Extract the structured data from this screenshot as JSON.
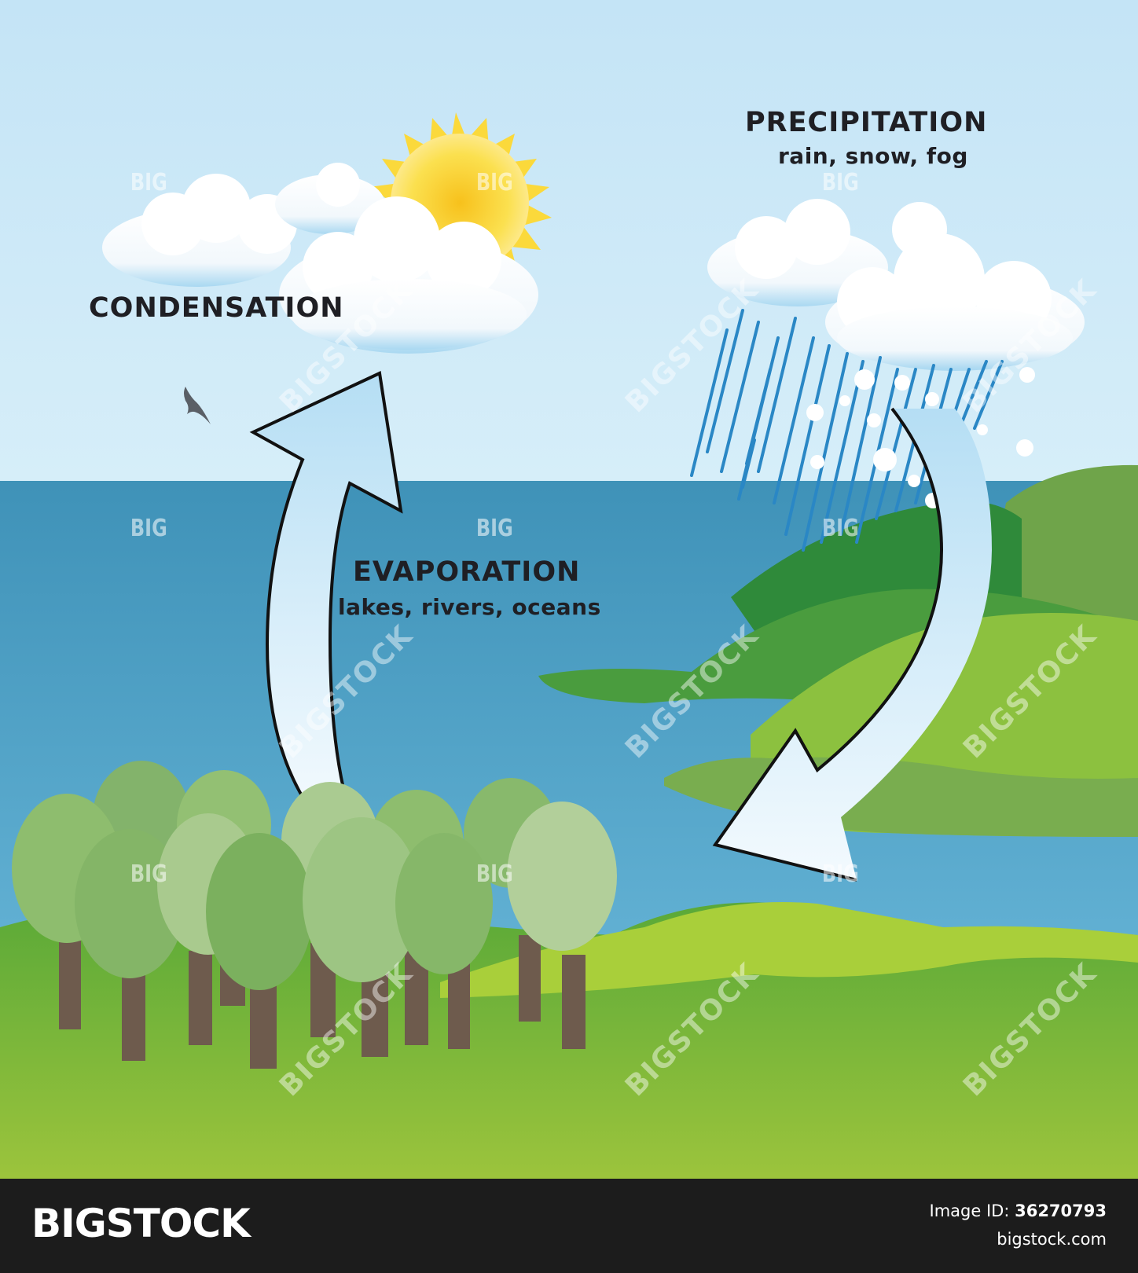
{
  "diagram": {
    "labels": {
      "condensation": "CONDENSATION",
      "precipitation": "PRECIPITATION",
      "precipitation_sub": "rain, snow, fog",
      "evaporation": "EVAPORATION",
      "evaporation_sub": "lakes, rivers, oceans"
    },
    "colors": {
      "sky": "#cde9f7",
      "sea": "#4a9fc4",
      "land_light": "#9bc43d",
      "land_dark": "#3f9a41",
      "arrow_fill": "#bfe3f6",
      "rain": "#2a87c5",
      "sun": "#f9d531",
      "text": "#1f1f24"
    },
    "icons": [
      "sun-icon",
      "cloud-icon",
      "rain-icon",
      "bird-icon",
      "tree-icon"
    ]
  },
  "watermark": {
    "brand": "BIGSTOCK",
    "short": "BIG"
  },
  "footer": {
    "logo": "BIGSTOCK",
    "image_id_label": "Image ID:",
    "image_id": "36270793",
    "site": "bigstock.com"
  }
}
